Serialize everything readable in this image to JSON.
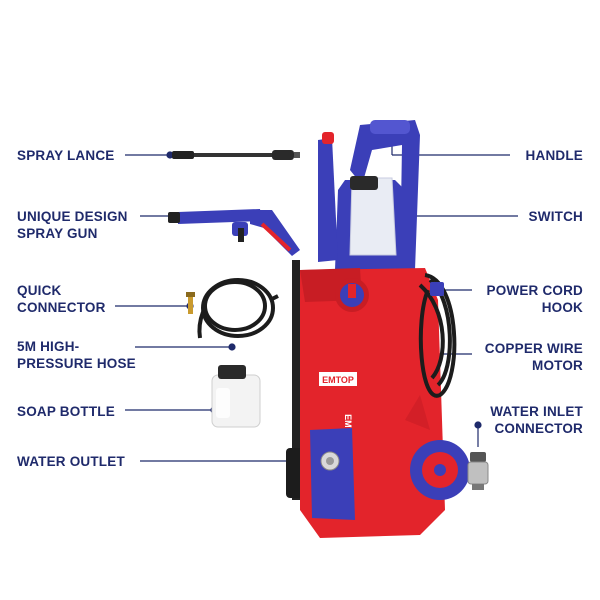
{
  "labels": {
    "spray_lance": "SPRAY LANCE",
    "spray_gun": "UNIQUE DESIGN\nSPRAY GUN",
    "quick_connector": "QUICK\nCONNECTOR",
    "hose": "5M HIGH-\nPRESSURE HOSE",
    "soap_bottle": "SOAP BOTTLE",
    "water_outlet": "WATER OUTLET",
    "handle": "HANDLE",
    "switch": "SWITCH",
    "power_cord_hook": "POWER CORD\nHOOK",
    "copper_motor": "COPPER WIRE\nMOTOR",
    "water_inlet": "WATER INLET\nCONNECTOR"
  },
  "brand": {
    "logo_text": "EMTOP",
    "side_text": "EMTOP"
  },
  "colors": {
    "label_text": "#1f2a6b",
    "leader_line": "#1f2a6b",
    "body_red": "#e3242b",
    "body_blue": "#3b3fb8"
  }
}
